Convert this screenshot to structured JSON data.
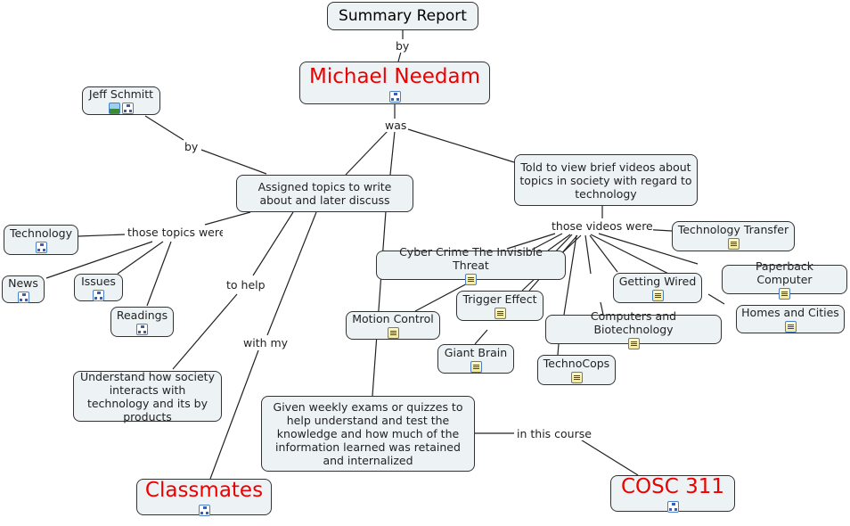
{
  "nodes": {
    "summary": "Summary Report",
    "michael": "Michael Needam",
    "jeff": "Jeff Schmitt",
    "assigned": "Assigned topics to write about and later discuss",
    "told": "Told to view brief videos about topics in society with regard to technology",
    "technology": "Technology",
    "news": "News",
    "issues": "Issues",
    "readings": "Readings",
    "understand": "Understand how society interacts with technology and its by products",
    "classmates": "Classmates",
    "given": "Given weekly exams or quizzes to help understand and test the knowledge and how much of the information learned was retained and internalized",
    "cosc": "COSC 311",
    "cyber": "Cyber Crime The Invisible Threat",
    "trigger": "Trigger Effect",
    "motion": "Motion Control",
    "giant": "Giant Brain",
    "wired": "Getting Wired",
    "biotech": "Computers and Biotechnology",
    "technocops": "TechnoCops",
    "transfer": "Technology Transfer",
    "paperback": "Paperback Computer",
    "homes": "Homes and Cities"
  },
  "links": {
    "by1": "by",
    "was": "was",
    "by2": "by",
    "topics_were": "those topics were",
    "videos_were": "those videos were",
    "to_help": "to help",
    "with_my": "with my",
    "in_course": "in this course"
  },
  "colors": {
    "node_bg": "#edf3f5",
    "emphasis_text": "#e00000"
  },
  "icons": [
    "concept-map-icon",
    "image-icon",
    "document-icon"
  ]
}
